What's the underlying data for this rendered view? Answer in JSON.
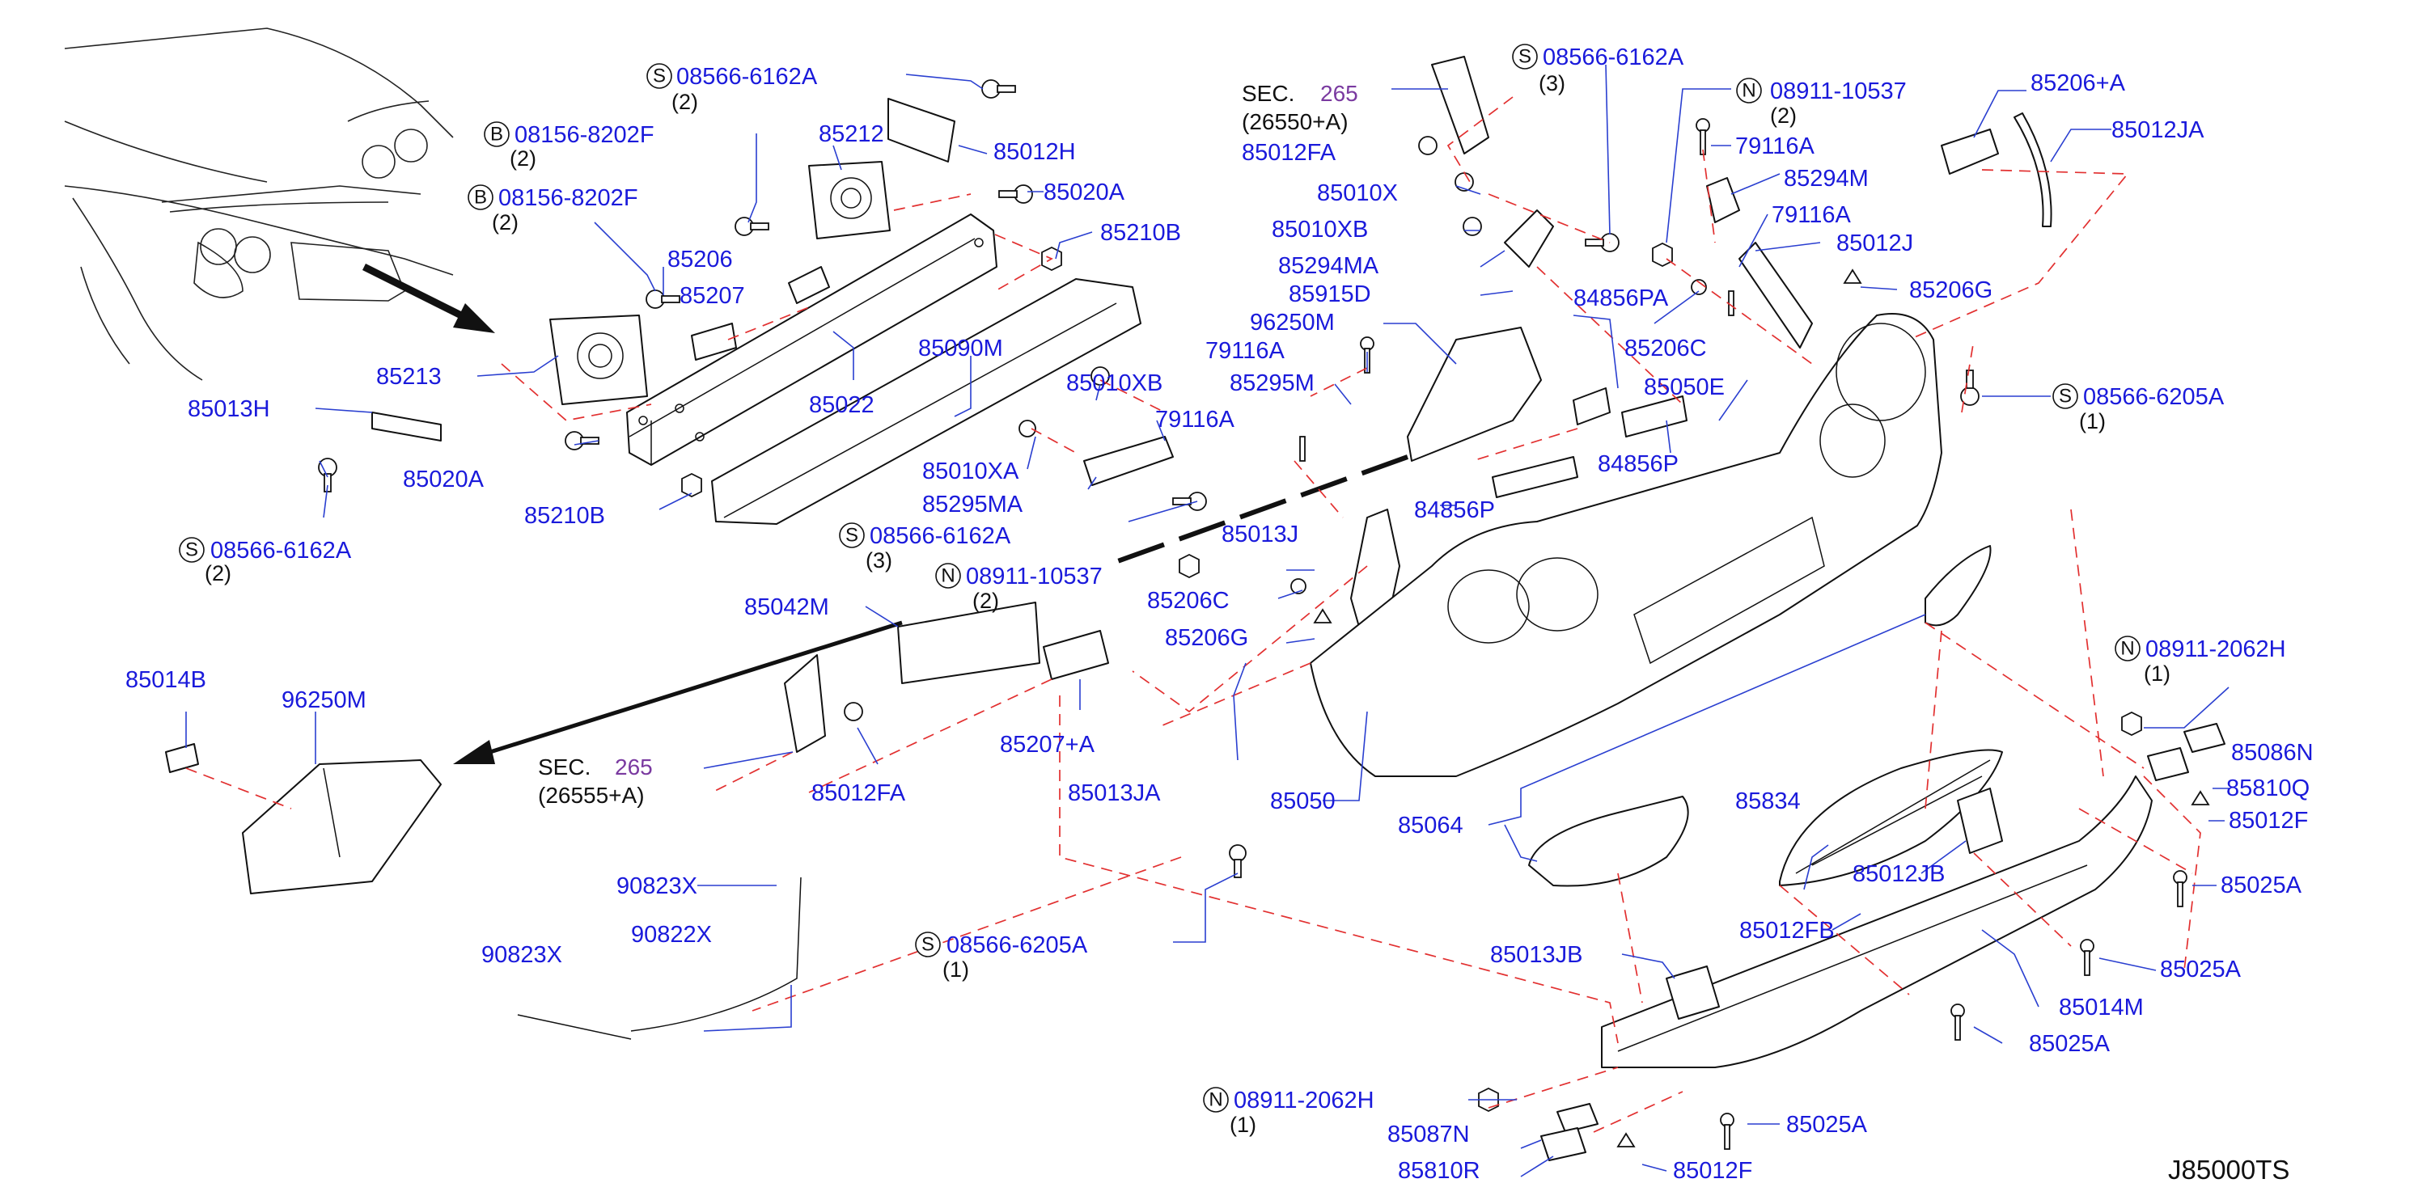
{
  "diagram": {
    "code": "J85000TS",
    "labels": [
      {
        "id": "l1",
        "text": "08566-6162A",
        "prefix": "S",
        "qty": "(2)"
      },
      {
        "id": "l2",
        "text": "08156-8202F",
        "prefix": "B",
        "qty": "(2)"
      },
      {
        "id": "l3",
        "text": "08156-8202F",
        "prefix": "B",
        "qty": "(2)"
      },
      {
        "id": "l4",
        "text": "85212"
      },
      {
        "id": "l5",
        "text": "85012H"
      },
      {
        "id": "l6",
        "text": "85020A"
      },
      {
        "id": "l7",
        "text": "85210B"
      },
      {
        "id": "l8",
        "text": "85206"
      },
      {
        "id": "l9",
        "text": "85207"
      },
      {
        "id": "l10",
        "text": "85213"
      },
      {
        "id": "l11",
        "text": "85090M"
      },
      {
        "id": "l12",
        "text": "85022"
      },
      {
        "id": "l13",
        "text": "85013H"
      },
      {
        "id": "l14",
        "text": "85020A"
      },
      {
        "id": "l15",
        "text": "85210B"
      },
      {
        "id": "l16",
        "text": "08566-6162A",
        "prefix": "S",
        "qty": "(2)"
      },
      {
        "id": "l17",
        "text": "85010XB"
      },
      {
        "id": "l18",
        "text": "79116A"
      },
      {
        "id": "l19",
        "text": "85010XA"
      },
      {
        "id": "l20",
        "text": "85295MA"
      },
      {
        "id": "l21",
        "text": "08566-6162A",
        "prefix": "S",
        "qty": "(3)"
      },
      {
        "id": "l22",
        "text": "08911-10537",
        "prefix": "N",
        "qty": "(2)"
      },
      {
        "id": "l23",
        "text": "85042M"
      },
      {
        "id": "l24",
        "text": "85207+A"
      },
      {
        "id": "l25",
        "text": "85012FA"
      },
      {
        "id": "l26",
        "text": "85014B"
      },
      {
        "id": "l27",
        "text": "96250M"
      },
      {
        "id": "l28",
        "text": "90823X"
      },
      {
        "id": "l29",
        "text": "90823X"
      },
      {
        "id": "l30",
        "text": "90822X"
      },
      {
        "id": "l31",
        "text": "08566-6205A",
        "prefix": "S",
        "qty": "(1)"
      },
      {
        "id": "l32",
        "text": "85012FA"
      },
      {
        "id": "l33",
        "text": "85010X"
      },
      {
        "id": "l34",
        "text": "85010XB"
      },
      {
        "id": "l35",
        "text": "85294MA"
      },
      {
        "id": "l36",
        "text": "85915D"
      },
      {
        "id": "l37",
        "text": "96250M"
      },
      {
        "id": "l38",
        "text": "79116A"
      },
      {
        "id": "l39",
        "text": "85295M"
      },
      {
        "id": "l40",
        "text": "84856PA"
      },
      {
        "id": "l41",
        "text": "08566-6162A",
        "prefix": "S",
        "qty": "(3)"
      },
      {
        "id": "l42",
        "text": "08911-10537",
        "prefix": "N",
        "qty": "(2)"
      },
      {
        "id": "l43",
        "text": "79116A"
      },
      {
        "id": "l44",
        "text": "85294M"
      },
      {
        "id": "l45",
        "text": "79116A"
      },
      {
        "id": "l46",
        "text": "85012J"
      },
      {
        "id": "l47",
        "text": "85206G"
      },
      {
        "id": "l48",
        "text": "85206C"
      },
      {
        "id": "l49",
        "text": "85050E"
      },
      {
        "id": "l50",
        "text": "84856P"
      },
      {
        "id": "l51",
        "text": "84856P"
      },
      {
        "id": "l52",
        "text": "85013J"
      },
      {
        "id": "l53",
        "text": "85206C"
      },
      {
        "id": "l54",
        "text": "85206G"
      },
      {
        "id": "l55",
        "text": "85013JA"
      },
      {
        "id": "l56",
        "text": "85050"
      },
      {
        "id": "l57",
        "text": "85064"
      },
      {
        "id": "l58",
        "text": "85206+A"
      },
      {
        "id": "l59",
        "text": "85012JA"
      },
      {
        "id": "l60",
        "text": "08566-6205A",
        "prefix": "S",
        "qty": "(1)"
      },
      {
        "id": "l61",
        "text": "08911-2062H",
        "prefix": "N",
        "qty": "(1)"
      },
      {
        "id": "l62",
        "text": "85086N"
      },
      {
        "id": "l63",
        "text": "85810Q"
      },
      {
        "id": "l64",
        "text": "85012F"
      },
      {
        "id": "l65",
        "text": "85834"
      },
      {
        "id": "l66",
        "text": "85012JB"
      },
      {
        "id": "l67",
        "text": "85012FB"
      },
      {
        "id": "l68",
        "text": "85025A"
      },
      {
        "id": "l69",
        "text": "85025A"
      },
      {
        "id": "l70",
        "text": "85014M"
      },
      {
        "id": "l71",
        "text": "85025A"
      },
      {
        "id": "l72",
        "text": "85013JB"
      },
      {
        "id": "l73",
        "text": "08911-2062H",
        "prefix": "N",
        "qty": "(1)"
      },
      {
        "id": "l74",
        "text": "85087N"
      },
      {
        "id": "l75",
        "text": "85810R"
      },
      {
        "id": "l76",
        "text": "85012F"
      },
      {
        "id": "l77",
        "text": "85025A"
      }
    ],
    "sections": [
      {
        "id": "sec1",
        "prefix": "SEC.",
        "num": "265",
        "sub": "(26550+A)"
      },
      {
        "id": "sec2",
        "prefix": "SEC.",
        "num": "265",
        "sub": "(26555+A)"
      }
    ]
  }
}
